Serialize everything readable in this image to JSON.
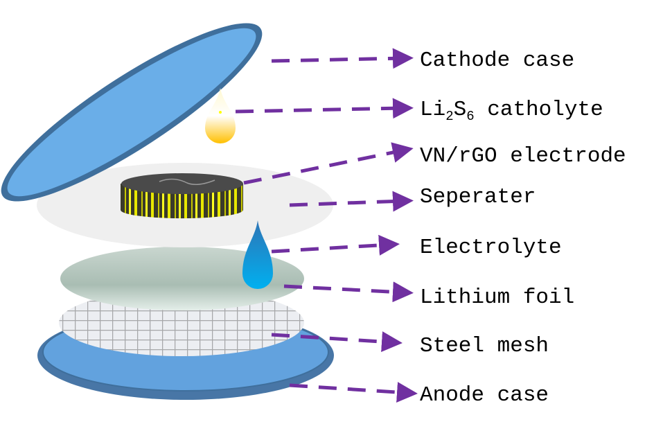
{
  "title": "Li-S coin cell assembly",
  "labels": {
    "cathode_case": "Cathode case",
    "catholyte": {
      "a": "Li",
      "a_sub": "2",
      "b": "S",
      "b_sub": "6",
      "c": " catholyte"
    },
    "electrode": "VN/rGO electrode",
    "separator": "Seperater",
    "electrolyte": "Electrolyte",
    "lithium_foil": "Lithium foil",
    "steel_mesh": "Steel mesh",
    "anode_case": "Anode case"
  },
  "colors": {
    "arrow": "#7030a0",
    "case_fill": "#6aaee8",
    "case_rim": "#3f6f9c",
    "catholyte_drop": "#ffc000",
    "electrolyte_drop": "#00b0f0"
  }
}
